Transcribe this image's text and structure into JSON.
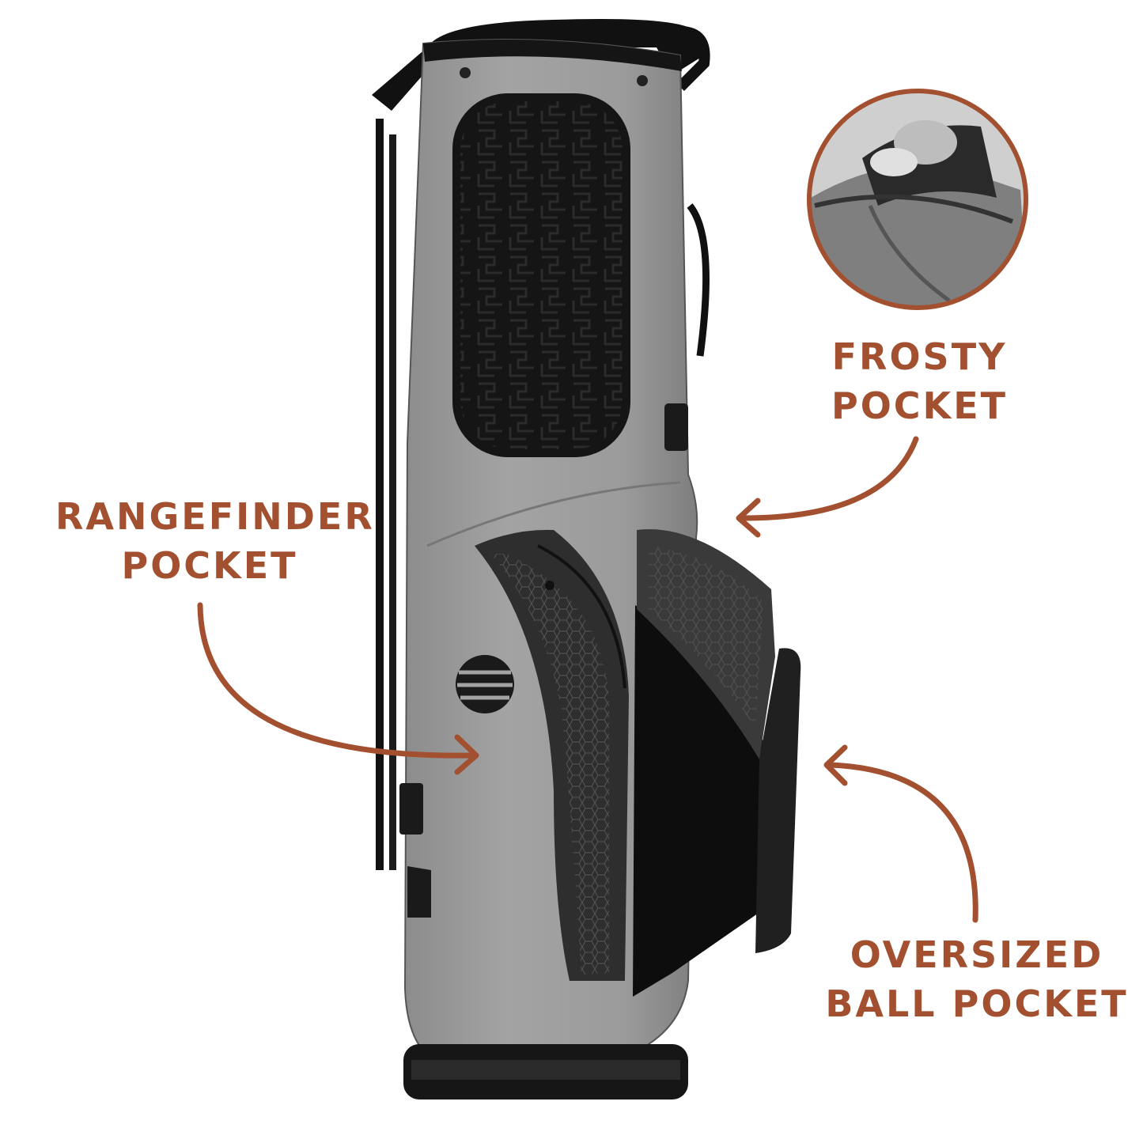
{
  "colors": {
    "accent": "#a2502f",
    "bag_gray": "#9a9a9a",
    "bag_dark": "#1a1a1a",
    "background": "#ffffff"
  },
  "labels": {
    "rangefinder": {
      "line1": "RANGEFINDER",
      "line2": "POCKET"
    },
    "frosty": {
      "line1": "FROSTY",
      "line2": "POCKET"
    },
    "oversized": {
      "line1": "OVERSIZED",
      "line2": "BALL POCKET"
    }
  },
  "icons": [
    "arrow-icon",
    "brand-logo-icon"
  ]
}
